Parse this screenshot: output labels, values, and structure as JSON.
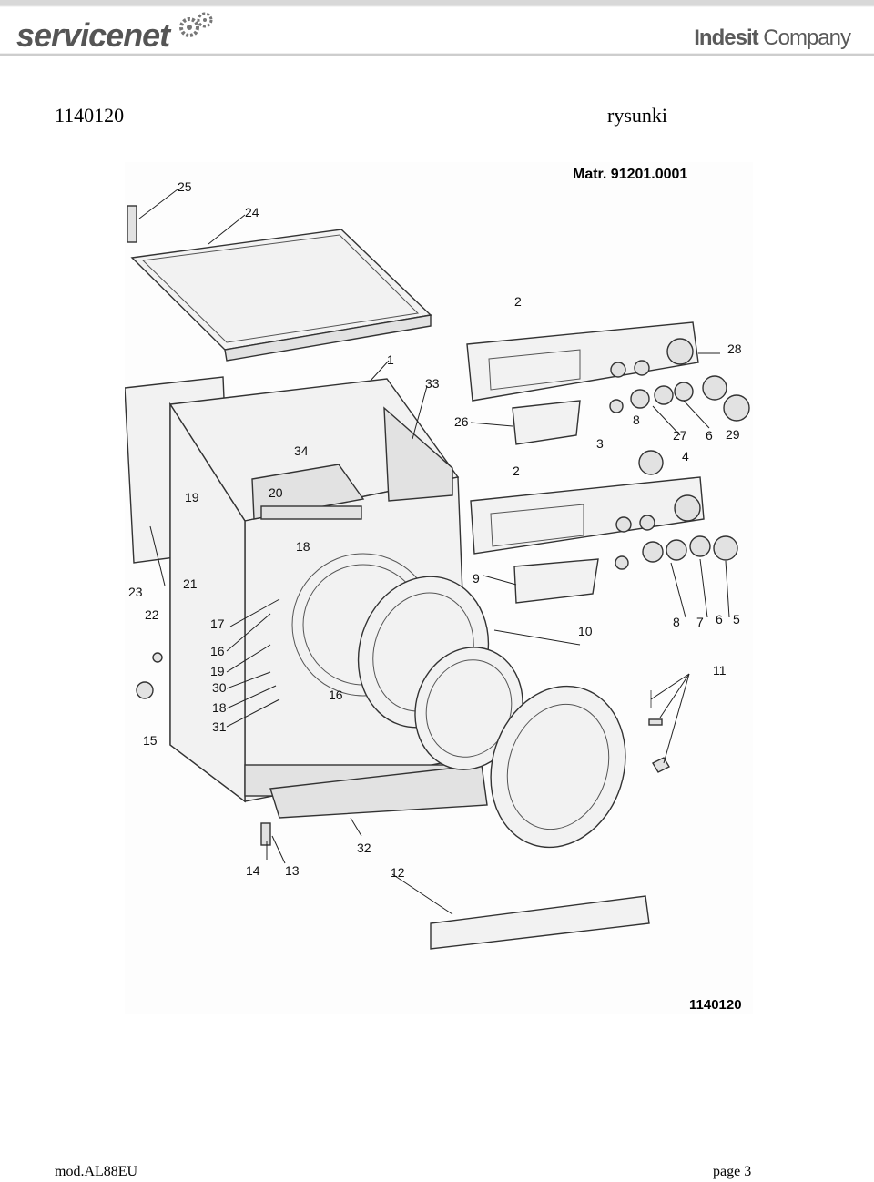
{
  "header": {
    "left_logo": "servicenet",
    "right_logo_bold": "Indesit",
    "right_logo_rest": " Company"
  },
  "document": {
    "number": "1140120",
    "kind": "rysunki"
  },
  "drawing": {
    "matr_label": "Matr. 91201.0001",
    "drawing_number": "1140120",
    "callouts": [
      "25",
      "24",
      "2",
      "1",
      "33",
      "28",
      "26",
      "8",
      "27",
      "6",
      "29",
      "3",
      "4",
      "34",
      "2",
      "19",
      "20",
      "18",
      "23",
      "21",
      "9",
      "22",
      "17",
      "8",
      "7",
      "6",
      "5",
      "10",
      "16",
      "19",
      "30",
      "16",
      "11",
      "18",
      "31",
      "15",
      "32",
      "14",
      "13",
      "12"
    ]
  },
  "footer": {
    "model": "mod.AL88EU",
    "page": "page 3"
  }
}
